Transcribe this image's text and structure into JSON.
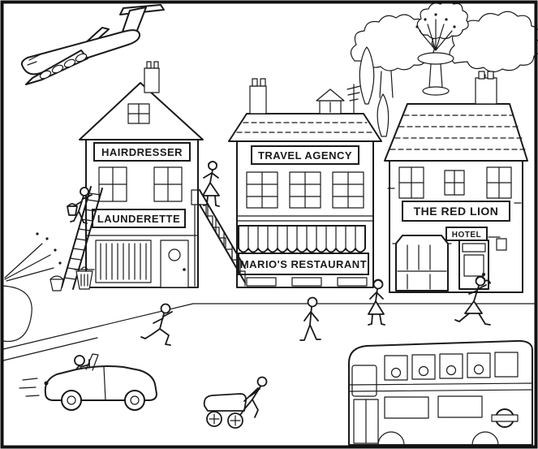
{
  "scene": {
    "signs": {
      "hairdresser": "HAIRDRESSER",
      "launderette": "LAUNDERETTE",
      "travel_agency": "TRAVEL AGENCY",
      "marios_restaurant": "MARIO'S RESTAURANT",
      "red_lion": "THE RED LION",
      "hotel": "HOTEL"
    },
    "colors": {
      "ink": "#1a1a1a",
      "paper": "#ffffff"
    }
  }
}
